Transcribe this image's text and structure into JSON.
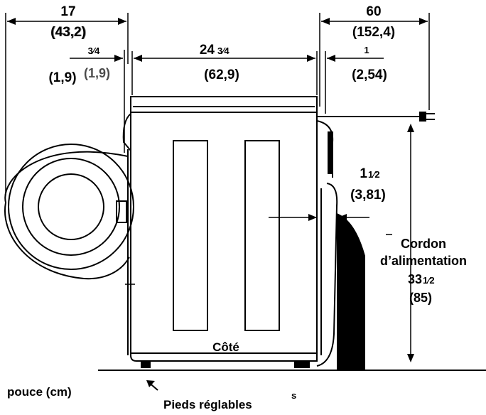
{
  "dimensions": {
    "depth_door_open": {
      "inches": "17",
      "cm": "(43,2)",
      "cm_overlap": "(43,2)"
    },
    "door_offset": {
      "inches": "3⁄4",
      "cm": "(1,9)",
      "cm_ghost": "(1,9)"
    },
    "cabinet_depth": {
      "inches_whole": "24",
      "inches_frac": "3⁄4",
      "cm": "(62,9)"
    },
    "clearance_rear": {
      "inches": "60",
      "cm": "(152,4)"
    },
    "rear_gap": {
      "inches": "1",
      "cm": "(2,54)"
    },
    "hose_offset": {
      "inches_whole": "1",
      "inches_frac": "1⁄2",
      "cm": "(3,81)"
    },
    "power_cord": {
      "label_line1": "Cordon",
      "label_line2": "d’alimentation",
      "inches_whole": "33",
      "inches_frac": "1⁄2",
      "cm": "(85)"
    }
  },
  "labels": {
    "side": "Côté",
    "units": "pouce (cm)",
    "feet": "Pieds réglables",
    "feet_stray": "s"
  }
}
